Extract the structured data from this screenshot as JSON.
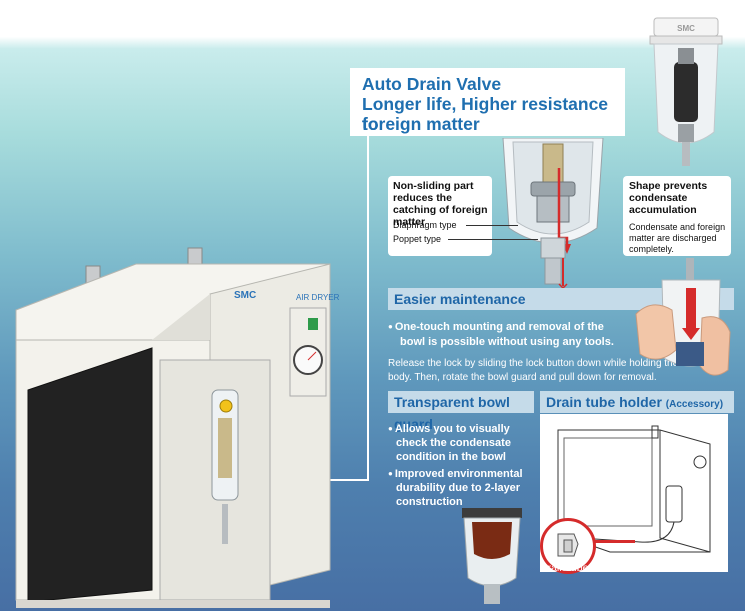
{
  "title": {
    "line1": "Auto Drain Valve",
    "line2": "Longer life, Higher resistance to",
    "line3": "foreign matter"
  },
  "callout_left": {
    "heading": "Non-sliding part reduces the catching of foreign matter",
    "diaphragm": "Diaphragm type",
    "poppet": "Poppet type"
  },
  "callout_right": {
    "heading": "Shape prevents condensate accumulation",
    "body": "Condensate and foreign matter are discharged completely."
  },
  "easier": {
    "title": "Easier maintenance",
    "bullet_line1": "One-touch mounting and removal of the",
    "bullet_line2": "bowl is possible without using any tools.",
    "desc_line1": "Release the lock by sliding the lock button down while holding the",
    "desc_line2": "body. Then, rotate the bowl guard and pull down for removal."
  },
  "bowl": {
    "title": "Transparent bowl guard",
    "b1_line1": "Allows you to visually",
    "b1_line2": "check the condensate",
    "b1_line3": "condition in the bowl",
    "b2_line1": "Improved environmental",
    "b2_line2": "durability due to 2-layer",
    "b2_line3": "construction"
  },
  "holder": {
    "title": "Drain tube holder",
    "suffix": "(Accessory)",
    "label_holder": "Drain tube holder",
    "label_tube_1": "Drain",
    "label_tube_2": "tube"
  },
  "dryer": {
    "brand": "SMC",
    "panel_label": "AIR DRYER"
  },
  "colors": {
    "accent_blue": "#1f6fb0",
    "band": "#c5dbe9",
    "highlight_red": "#d52b2b"
  }
}
